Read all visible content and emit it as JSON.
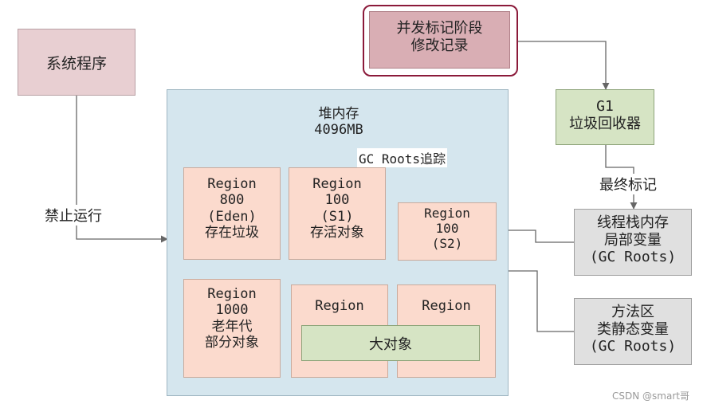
{
  "system_program": {
    "text": "系统程序"
  },
  "stop_label": "禁止运行",
  "heap": {
    "title": "堆内存",
    "size": "4096MB"
  },
  "gc_roots_trace": "GC Roots追踪",
  "regions": {
    "eden": {
      "l1": "Region",
      "l2": "800",
      "l3": "(Eden)",
      "l4": "存在垃圾"
    },
    "s1": {
      "l1": "Region",
      "l2": "100",
      "l3": "(S1)",
      "l4": "存活对象"
    },
    "s2": {
      "l1": "Region",
      "l2": "100",
      "l3": "(S2)"
    },
    "old": {
      "l1": "Region",
      "l2": "1000",
      "l3": "老年代",
      "l4": "部分对象"
    },
    "r5": {
      "l1": "Region"
    },
    "r6": {
      "l1": "Region"
    }
  },
  "big_object": "大对象",
  "concurrent_mark": {
    "l1": "并发标记阶段",
    "l2": "修改记录"
  },
  "g1": {
    "l1": "G1",
    "l2": "垃圾回收器"
  },
  "final_mark": "最终标记",
  "thread_stack": {
    "l1": "线程栈内存",
    "l2": "局部变量",
    "l3": "(GC Roots)"
  },
  "method_area": {
    "l1": "方法区",
    "l2": "类静态变量",
    "l3": "(GC Roots)"
  },
  "watermark": "CSDN @smart哥",
  "colors": {
    "pink_box": "#e8cfd2",
    "heap_bg": "#d5e6ee",
    "region_bg": "#fbdacd",
    "green_box": "#d6e4c4",
    "gray_box": "#e0e0e0",
    "mark_box": "#d9aeb4",
    "mark_border": "#8b1a3a",
    "line": "#666666"
  }
}
